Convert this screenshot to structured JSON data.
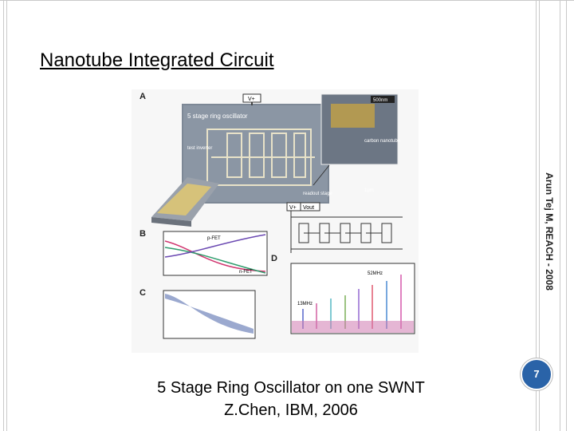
{
  "slide": {
    "title": "Nanotube Integrated Circuit",
    "side_label": "Arun Tej M, REACH - 2008",
    "caption_line1": "5 Stage Ring Oscillator on one SWNT",
    "caption_line2": "Z.Chen, IBM, 2006",
    "page_number": "7"
  },
  "figure": {
    "panel_a": "A",
    "panel_b": "B",
    "panel_c": "C",
    "panel_d": "D",
    "osc_label": "5 stage ring oscillator",
    "scale_bar": "500nm",
    "um_label": "1µm",
    "test_inv": "test inverter",
    "readout": "readout stage",
    "cnt": "carbon nanotube",
    "vplus": "V+",
    "vout": "Vout",
    "pfet": "p-FET",
    "nfet": "n-FET",
    "freq_hi": "52MHz",
    "freq_lo": "13MHz"
  },
  "colors": {
    "frame": "#c9c9c9",
    "badge": "#2a63a8",
    "title": "#000000"
  }
}
